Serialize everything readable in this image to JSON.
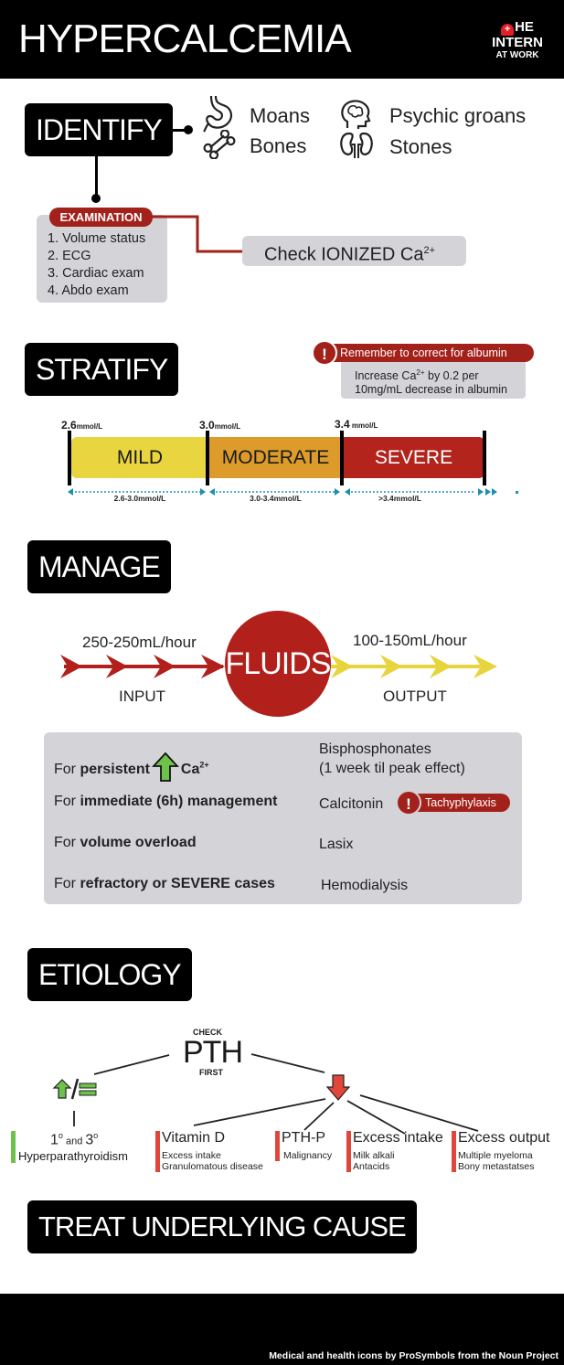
{
  "header": {
    "title": "HYPERCALCEMIA",
    "logo_line1": "HE",
    "logo_line2": "INTERN",
    "logo_line3": "AT WORK"
  },
  "identify": {
    "label": "IDENTIFY",
    "symptoms": [
      {
        "text": "Moans",
        "icon": "stomach-icon"
      },
      {
        "text": "Bones",
        "icon": "bone-icon"
      },
      {
        "text": "Psychic groans",
        "icon": "brain-head-icon"
      },
      {
        "text": "Stones",
        "icon": "kidneys-icon"
      }
    ],
    "examination_label": "EXAMINATION",
    "examination_items": [
      "1. Volume status",
      "2. ECG",
      "3. Cardiac exam",
      "4. Abdo exam"
    ],
    "check_text": "Check IONIZED Ca",
    "check_sup": "2+"
  },
  "stratify": {
    "label": "STRATIFY",
    "albumin_note": "Remember to correct for albumin",
    "albumin_line1": "Increase Ca",
    "albumin_sup": "2+",
    "albumin_line1b": " by 0.2 per",
    "albumin_line2": "10mg/mL decrease in albumin",
    "thresholds": [
      {
        "value": "2.6",
        "unit": "mmol/L"
      },
      {
        "value": "3.0",
        "unit": "mmol/L"
      },
      {
        "value": "3.4",
        "unit": " mmol/L"
      }
    ],
    "levels": [
      "MILD",
      "MODERATE",
      "SEVERE"
    ],
    "ranges": [
      "2.6-3.0mmol/L",
      "3.0-3.4mmol/L",
      ">3.4mmol/L"
    ],
    "colors": {
      "mild": "#e9d53f",
      "moderate": "#dc9b2b",
      "severe": "#b3241d",
      "arrow": "#1c8fb0"
    }
  },
  "manage": {
    "label": "MANAGE",
    "fluids": "FLUIDS",
    "input_rate": "250-250mL/hour",
    "input_label": "INPUT",
    "output_rate": "100-150mL/hour",
    "output_label": "OUTPUT",
    "colors": {
      "input": "#b2201c",
      "output": "#e8d43c",
      "up_arrow": "#6cc24a"
    },
    "rows": [
      {
        "prefix": "For ",
        "bold": "persistent",
        "suffix": "Ca",
        "sup": "2+",
        "treatment": "Bisphosphonates",
        "treatment_line2": "(1 week til peak effect)"
      },
      {
        "prefix": "For ",
        "bold": "immediate (6h) management",
        "treatment": "Calcitonin",
        "warning": "Tachyphylaxis"
      },
      {
        "prefix": "For ",
        "bold": "volume overload",
        "treatment": "Lasix"
      },
      {
        "prefix": "For ",
        "bold": "refractory or SEVERE cases",
        "treatment": "Hemodialysis"
      }
    ]
  },
  "etiology": {
    "label": "ETIOLOGY",
    "pth_check": "CHECK",
    "pth": "PTH",
    "pth_first": "FIRST",
    "causes": [
      {
        "title_a": "1",
        "title_b": "o",
        "title_c": " and ",
        "title_d": "3",
        "title_e": "o",
        "sub1": "Hyperparathyroidism",
        "sub2": "",
        "bar_color": "#6cc24a"
      },
      {
        "title": "Vitamin D",
        "sub1": "Excess intake",
        "sub2": "Granulomatous disease",
        "bar_color": "#e0463a"
      },
      {
        "title": "PTH-P",
        "sub1": "Malignancy",
        "sub2": "",
        "bar_color": "#e0463a"
      },
      {
        "title": "Excess intake",
        "sub1": "Milk alkali",
        "sub2": "Antacids",
        "bar_color": "#e0463a"
      },
      {
        "title": "Excess output",
        "sub1": "Multiple myeloma",
        "sub2": "Bony metastatses",
        "bar_color": "#e0463a"
      }
    ]
  },
  "treat": {
    "label": "TREAT UNDERLYING CAUSE"
  },
  "footer": {
    "credit": "Medical and health icons by ProSymbols from the Noun Project"
  }
}
